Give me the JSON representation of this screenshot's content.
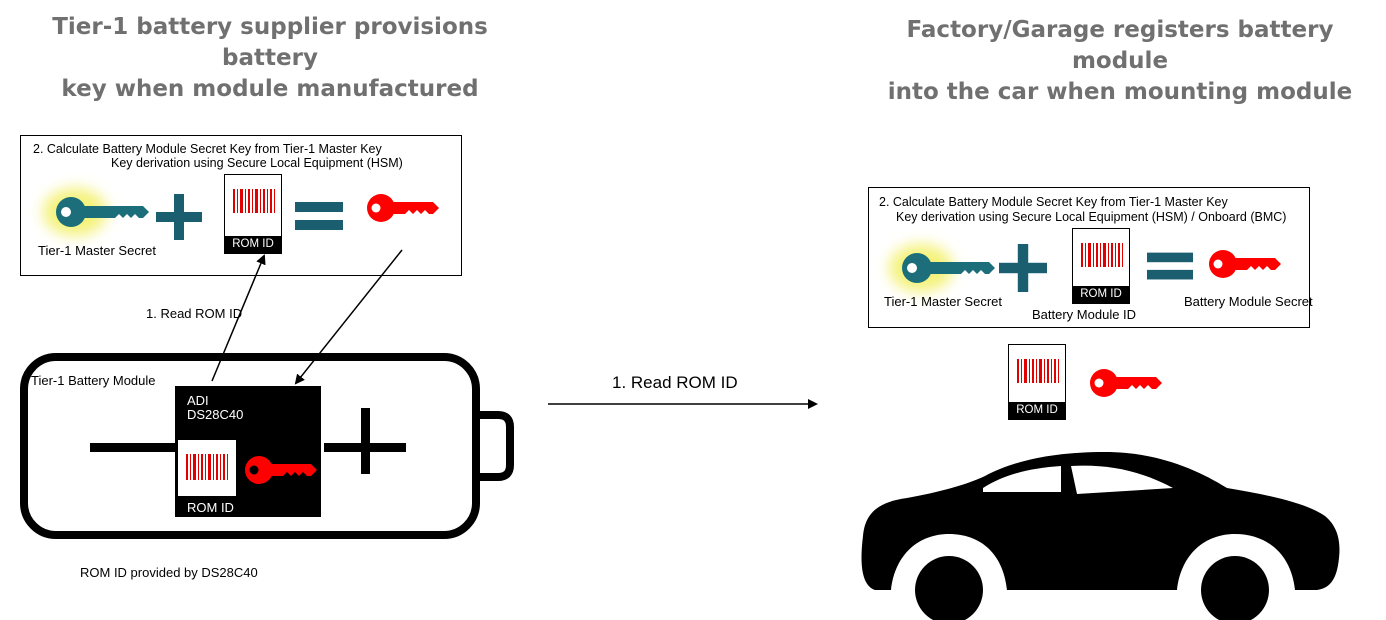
{
  "left": {
    "heading_line1": "Tier-1 battery supplier provisions battery",
    "heading_line2": "key when module manufactured",
    "calc_line1": "2. Calculate Battery Module Secret Key from Tier-1 Master Key",
    "calc_line2": "Key derivation using Secure Local Equipment (HSM)",
    "master_secret_label": "Tier-1 Master Secret",
    "rom_id_label": "ROM ID",
    "read_rom_label": "1. Read ROM ID",
    "module_label": "Tier-1 Battery Module",
    "chip_line1": "ADI",
    "chip_line2": "DS28C40",
    "chip_rom_label": "ROM ID",
    "footer": "ROM ID provided by DS28C40"
  },
  "middle": {
    "read_rom_label": "1. Read ROM ID"
  },
  "right": {
    "heading_line1": "Factory/Garage registers battery module",
    "heading_line2": "into the car when mounting module",
    "calc_line1": "2. Calculate Battery Module Secret Key from Tier-1 Master Key",
    "calc_line2": "Key derivation using Secure Local Equipment (HSM) / Onboard (BMC)",
    "master_secret_label": "Tier-1 Master Secret",
    "rom_id_label": "ROM ID",
    "module_id_label": "Battery Module ID",
    "module_secret_label": "Battery Module Secret",
    "car_rom_label": "ROM ID"
  },
  "colors": {
    "master_key": "#1b6e7a",
    "secret_key": "#ff0000",
    "barcode": "#e00000",
    "operator": "#1b5e70",
    "heading": "#707070",
    "glow": "#f4f27a"
  },
  "icons": [
    "teal-key-icon",
    "red-key-icon",
    "barcode-icon",
    "plus-icon",
    "equals-icon",
    "car-icon",
    "battery-icon"
  ]
}
